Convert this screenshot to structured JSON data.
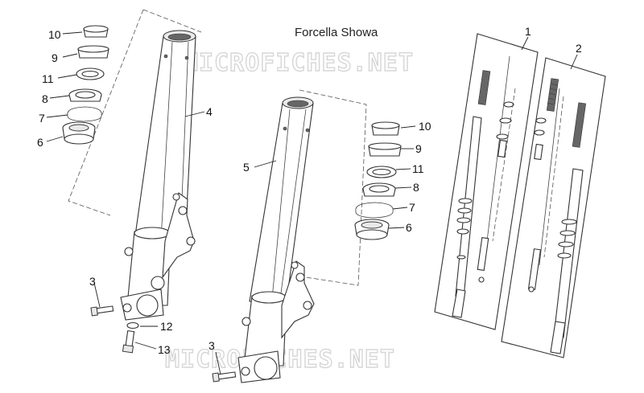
{
  "title": "Forcella Showa",
  "watermark": [
    "MICROFICHES.NET",
    "MICROFICHES.NET"
  ],
  "callouts_left": [
    "10",
    "9",
    "11",
    "8",
    "7",
    "6"
  ],
  "callouts_right": [
    "10",
    "9",
    "11",
    "8",
    "7",
    "6"
  ],
  "callout_tube_left": "4",
  "callout_tube_right": "5",
  "callout_bolt_left": "3",
  "callout_bolt_right": "3",
  "callout_washer": "12",
  "callout_screw": "13",
  "callout_panel_1": "1",
  "callout_panel_2": "2"
}
